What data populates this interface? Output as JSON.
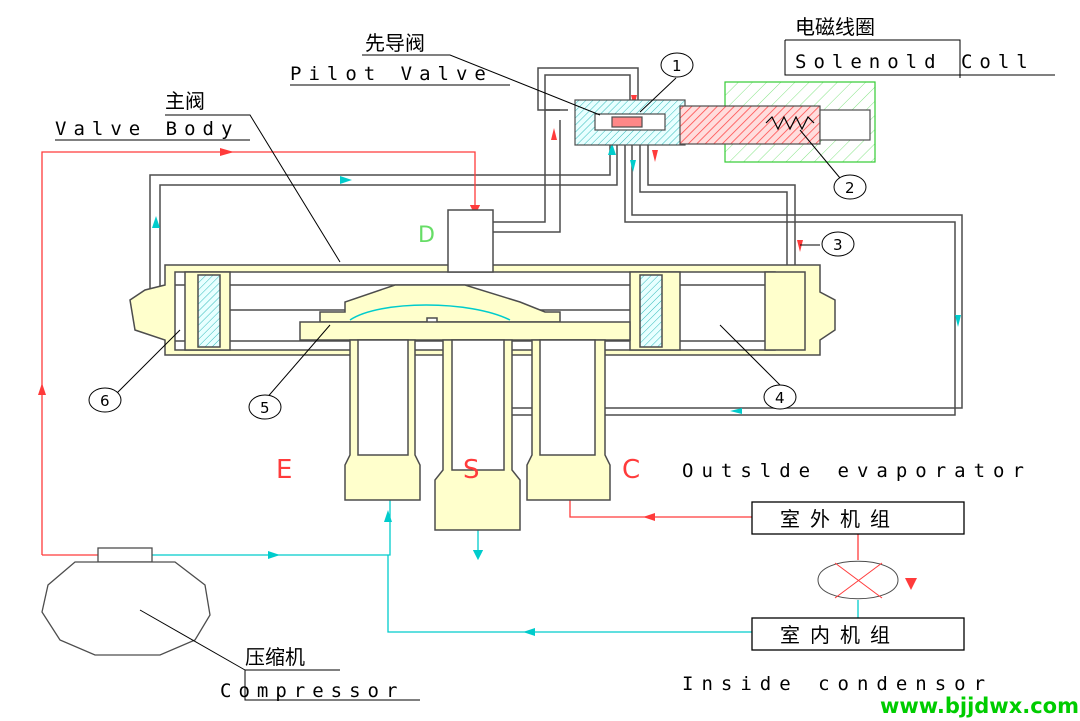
{
  "labels": {
    "pilot_valve_cn": "先导阀",
    "pilot_valve_en": "Pilot Valve",
    "solenoid_cn": "电磁线圈",
    "solenoid_en": "Solenold Coll",
    "main_valve_cn": "主阀",
    "valve_body_en": "Valve Body",
    "compressor_cn": "压缩机",
    "compressor_en": "Compressor",
    "outside_evaporator": "Outslde evaporator",
    "inside_condensor": "Inside condensor",
    "outdoor_unit": "室外机组",
    "indoor_unit": "室内机组",
    "port_d": "D",
    "port_e": "E",
    "port_s": "S",
    "port_c": "C",
    "watermark": "www.bjjdwx.com"
  },
  "callouts": [
    "1",
    "2",
    "3",
    "4",
    "5",
    "6"
  ],
  "colors": {
    "refrigerant_hot": "#ff3b3b",
    "refrigerant_cold": "#00cccc",
    "valve_body_fill": "#ffffcc",
    "solenoid_coil": "#33cc33",
    "solenoid_core": "#ff6666",
    "pipe_outline": "#4d4d4d",
    "watermark": "#00cc00"
  }
}
